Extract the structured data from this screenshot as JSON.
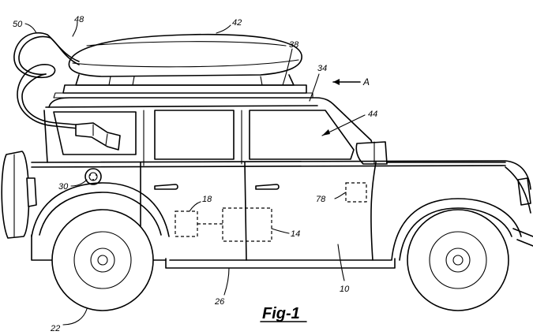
{
  "figure": {
    "caption": "Fig-1",
    "view_arrow_label": "A",
    "reference_numerals": {
      "n50": "50",
      "n48": "48",
      "n42": "42",
      "n38": "38",
      "n34": "34",
      "n44": "44",
      "n30": "30",
      "n18": "18",
      "n78": "78",
      "n14": "14",
      "n10": "10",
      "n26": "26",
      "n22": "22"
    }
  }
}
